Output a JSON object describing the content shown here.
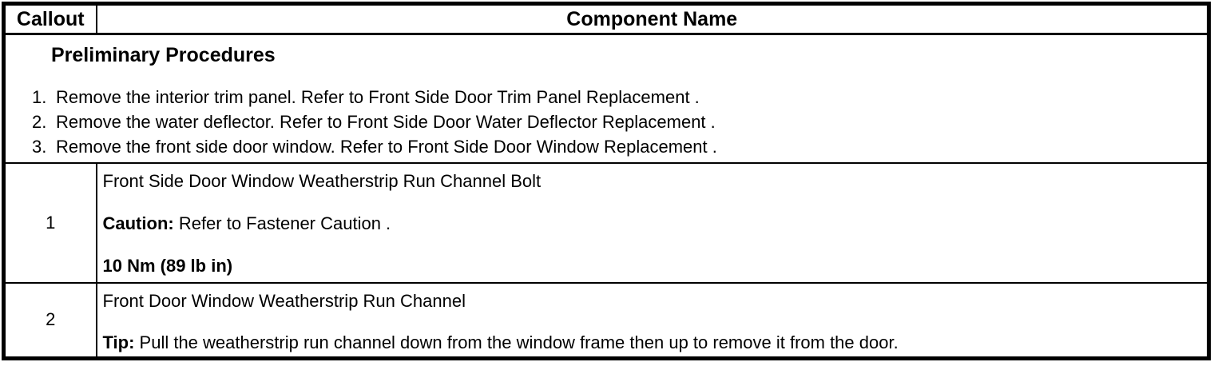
{
  "table": {
    "header": {
      "callout": "Callout",
      "component": "Component Name"
    },
    "preliminary": {
      "title": "Preliminary Procedures",
      "steps": [
        {
          "num": "1.",
          "text": "Remove the interior trim panel. Refer to Front Side Door Trim Panel Replacement ."
        },
        {
          "num": "2.",
          "text": "Remove the water deflector. Refer to Front Side Door Water Deflector Replacement ."
        },
        {
          "num": "3.",
          "text": "Remove the front side door window. Refer to Front Side Door Window Replacement ."
        }
      ]
    },
    "rows": [
      {
        "callout": "1",
        "component": "Front Side Door Window Weatherstrip Run Channel Bolt",
        "note_label": "Caution:",
        "note_text": " Refer to Fastener Caution .",
        "torque": "10 Nm (89 lb in)"
      },
      {
        "callout": "2",
        "component": "Front Door Window Weatherstrip Run Channel",
        "note_label": "Tip:",
        "note_text": " Pull the weatherstrip run channel down from the window frame then up to remove it from the door."
      }
    ]
  }
}
